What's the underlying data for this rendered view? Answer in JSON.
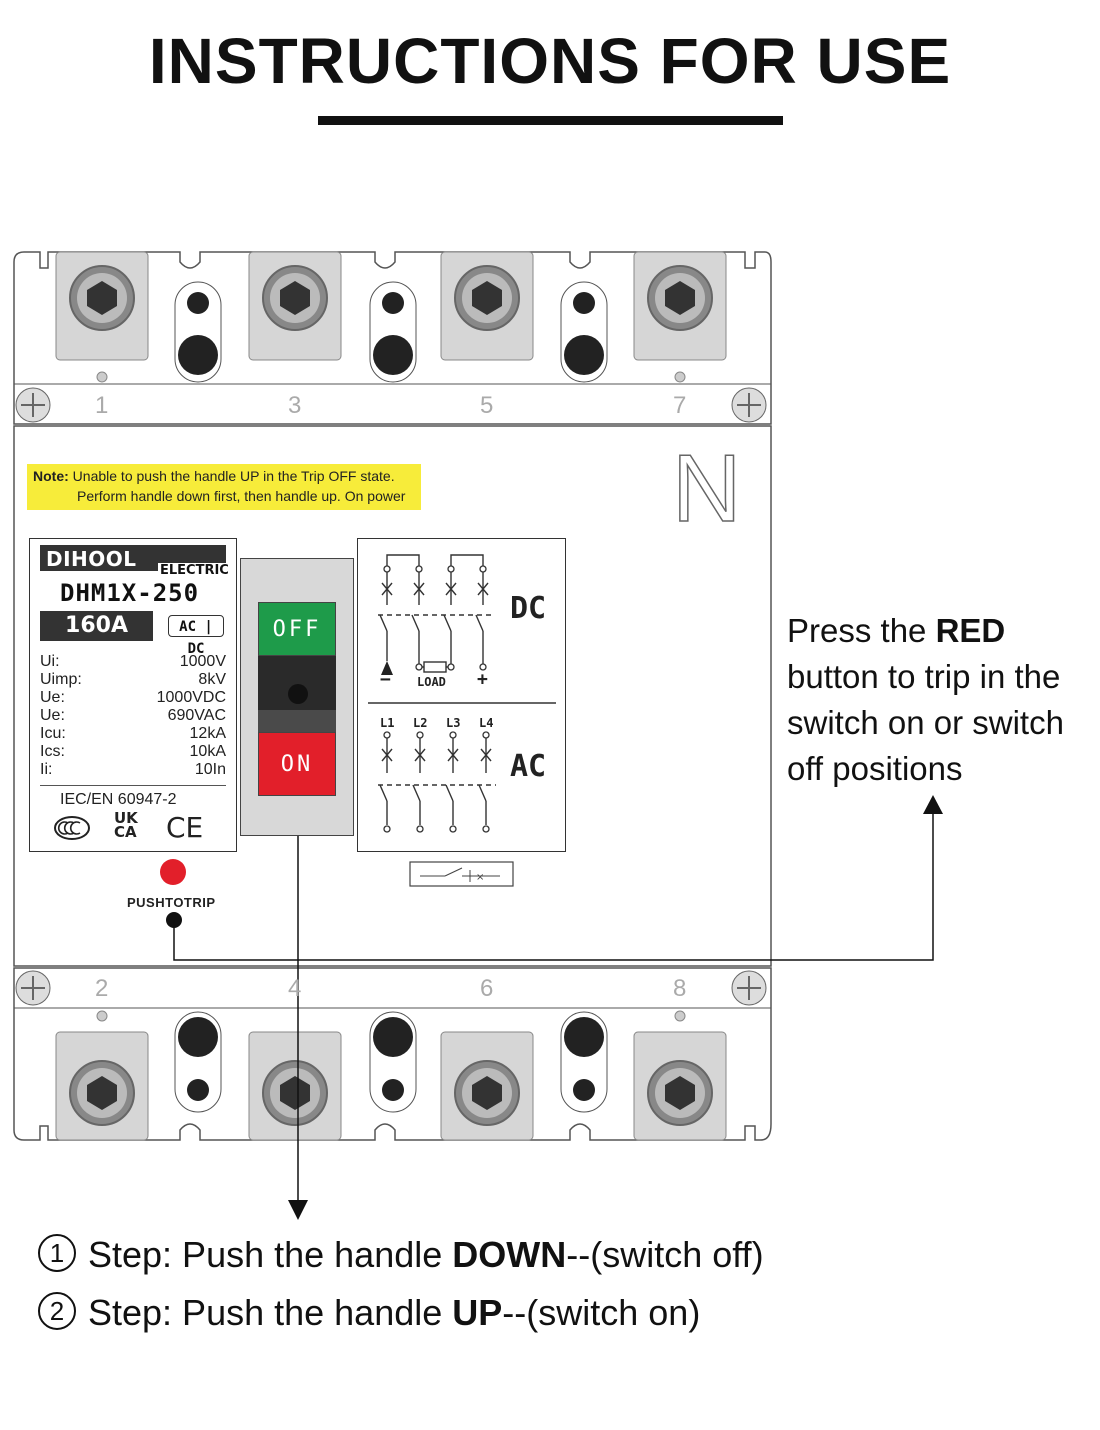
{
  "title": "INSTRUCTIONS FOR USE",
  "note": {
    "prefix": "Note:",
    "line1": "Unable to push the handle UP in the Trip OFF state.",
    "line2": "Perform handle down first, then handle up. On power"
  },
  "nameplate": {
    "brand": "DIHOOL",
    "brand_sub": "ELECTRIC",
    "model": "DHM1X-250",
    "rating": "160A",
    "current_type": "AC | DC",
    "specs": [
      {
        "key": "Ui:",
        "value": "1000V"
      },
      {
        "key": "Uimp:",
        "value": "8kV"
      },
      {
        "key": "Ue:",
        "value": "1000VDC"
      },
      {
        "key": "Ue:",
        "value": "690VAC"
      },
      {
        "key": "Icu:",
        "value": "12kA"
      },
      {
        "key": "Ics:",
        "value": "10kA"
      },
      {
        "key": "Ii:",
        "value": "10In"
      }
    ],
    "standard": "IEC/EN 60947-2",
    "cert_ukca_top": "UK",
    "cert_ukca_bottom": "CA",
    "cert_ce": "CE"
  },
  "handle": {
    "off_label": "OFF",
    "on_label": "ON"
  },
  "schematic": {
    "dc_label": "DC",
    "ac_label": "AC",
    "load_label": "LOAD",
    "minus": "−",
    "plus": "+",
    "poles": [
      "L1",
      "L2",
      "L3",
      "L4"
    ]
  },
  "push_to_trip": "PUSHTOTRIP",
  "neutral_mark": "N",
  "terminals_top": [
    "1",
    "3",
    "5",
    "7"
  ],
  "terminals_bottom": [
    "2",
    "4",
    "6",
    "8"
  ],
  "callout": {
    "pre": "Press the ",
    "bold": "RED",
    "post": "button to trip in the switch on or switch off positions"
  },
  "steps": [
    {
      "num": "1",
      "pre": "Step: Push the handle ",
      "bold": "DOWN",
      "post": "--(switch off)"
    },
    {
      "num": "2",
      "pre": "Step: Push the handle ",
      "bold": "UP",
      "post": "--(switch on)"
    }
  ],
  "colors": {
    "off_green": "#1e9b4a",
    "on_red": "#e21f2a",
    "note_yellow": "#f7ec3a",
    "trip_button": "#e21f2a"
  }
}
